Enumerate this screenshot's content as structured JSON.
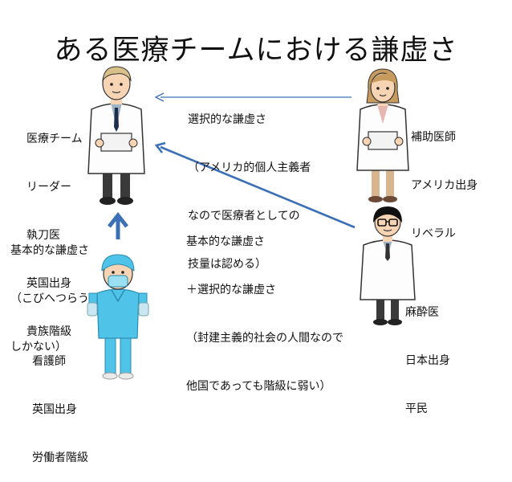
{
  "title": "ある医療チームにおける謙虚さ",
  "leader": {
    "lines": [
      "医療チーム",
      "リーダー",
      "執刀医",
      "英国出身",
      "貴族階級"
    ]
  },
  "assistant": {
    "lines": [
      "補助医師",
      "アメリカ出身",
      "リベラル"
    ]
  },
  "anesthetist": {
    "lines": [
      "麻酔医",
      "日本出身",
      "平民"
    ]
  },
  "nurse": {
    "lines": [
      "看護師",
      "英国出身",
      "労働者階級"
    ]
  },
  "edge_assistant_leader": {
    "lines": [
      "選択的な謙虚さ",
      "（アメリカ的個人主義者",
      "なので医療者としての",
      "技量は認める）"
    ]
  },
  "edge_anesthetist_leader": {
    "lines": [
      "基本的な謙虚さ",
      "＋選択的な謙虚さ",
      "（封建主義的社会の人間なので",
      "他国であっても階級に弱い）"
    ]
  },
  "edge_nurse_leader": {
    "lines": [
      "基本的な謙虚さ",
      "（こびへつらう",
      "しかない）"
    ]
  },
  "colors": {
    "arrow": "#3b6fb6",
    "coat": "#ffffff",
    "scrubs": "#4fc3e8"
  }
}
